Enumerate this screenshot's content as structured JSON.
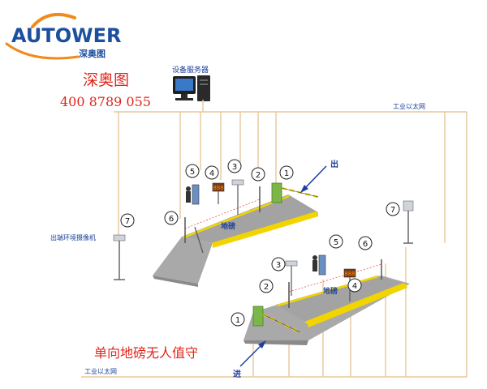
{
  "brand": {
    "logo_en": "AUTOWER",
    "logo_cn": "深奥图",
    "name": "深奥图",
    "phone": "400  8789  055"
  },
  "server": {
    "label": "设备服务器"
  },
  "network": {
    "top_label": "工业以太网",
    "bottom_label": "工业以太网"
  },
  "labels": {
    "exit": "出",
    "entry": "进",
    "exit_camera": "出端环境摄像机",
    "scale_top": "地磅",
    "scale_bottom": "地磅",
    "caption": "单向地磅无人值守"
  },
  "markers": {
    "top": [
      "5",
      "4",
      "3",
      "2",
      "1",
      "6",
      "7"
    ],
    "bottom": [
      "7",
      "5",
      "6",
      "3",
      "2",
      "4",
      "1"
    ]
  },
  "display_value": "888",
  "colors": {
    "red": "#e0241b",
    "blue": "#1c3f9a",
    "network": "#e8c79a",
    "scale_gray": "#a8a8a8",
    "yellow": "#f2d400"
  }
}
